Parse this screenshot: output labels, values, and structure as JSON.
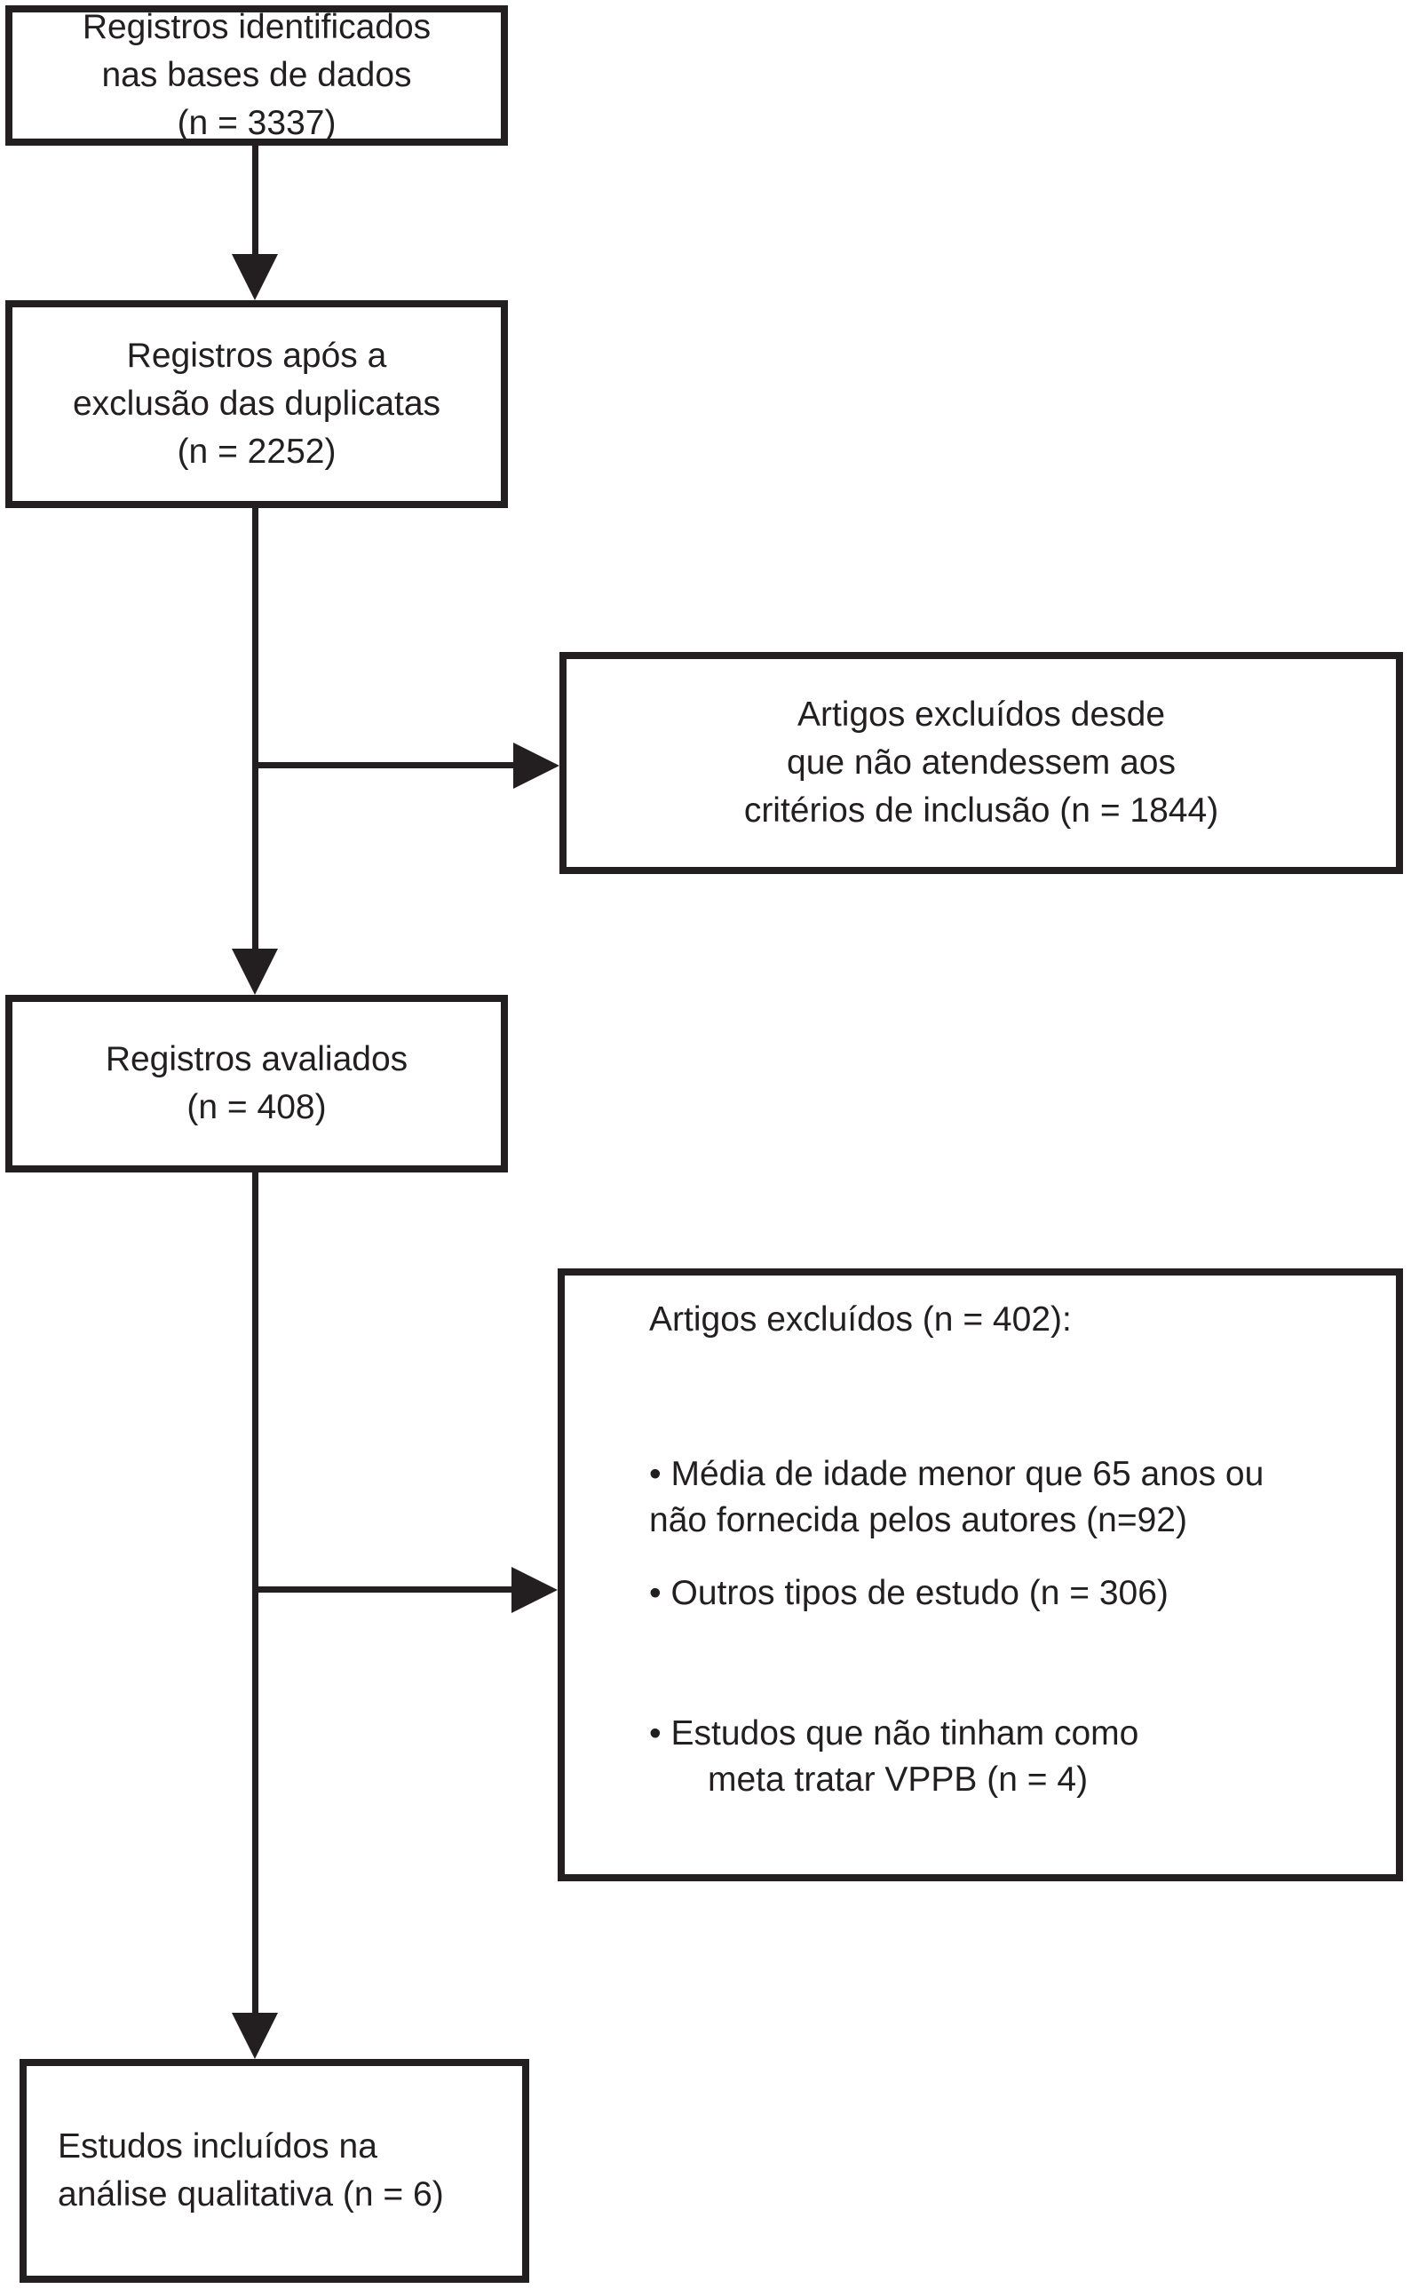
{
  "diagram": {
    "type": "prisma-flowchart",
    "colors": {
      "line": "#231f20",
      "text": "#231f20",
      "background": "#ffffff"
    },
    "boxes": {
      "identified": {
        "lines": [
          "Registros identificados",
          "nas bases de dados",
          "(n = 3337)"
        ]
      },
      "after_duplicates": {
        "lines": [
          "Registros após a",
          "exclusão das duplicatas",
          "(n = 2252)"
        ]
      },
      "excluded_criteria": {
        "lines": [
          "Artigos excluídos desde",
          "que não atendessem aos",
          "critérios de inclusão (n = 1844)"
        ]
      },
      "screened": {
        "lines": [
          "Registros avaliados",
          "(n = 408)"
        ]
      },
      "excluded_detail": {
        "title": "Artigos excluídos (n = 402):",
        "bullets": [
          {
            "lines": [
              "• Média de idade menor que 65 anos ou",
              "não fornecida pelos autores (n=92)"
            ]
          },
          {
            "lines": [
              "• Outros tipos de estudo (n = 306)"
            ]
          },
          {
            "lines": [
              "• Estudos que não tinham como",
              "meta tratar VPPB (n = 4)"
            ]
          }
        ]
      },
      "included": {
        "lines": [
          "Estudos incluídos na",
          "análise qualitativa (n = 6)"
        ]
      }
    }
  }
}
